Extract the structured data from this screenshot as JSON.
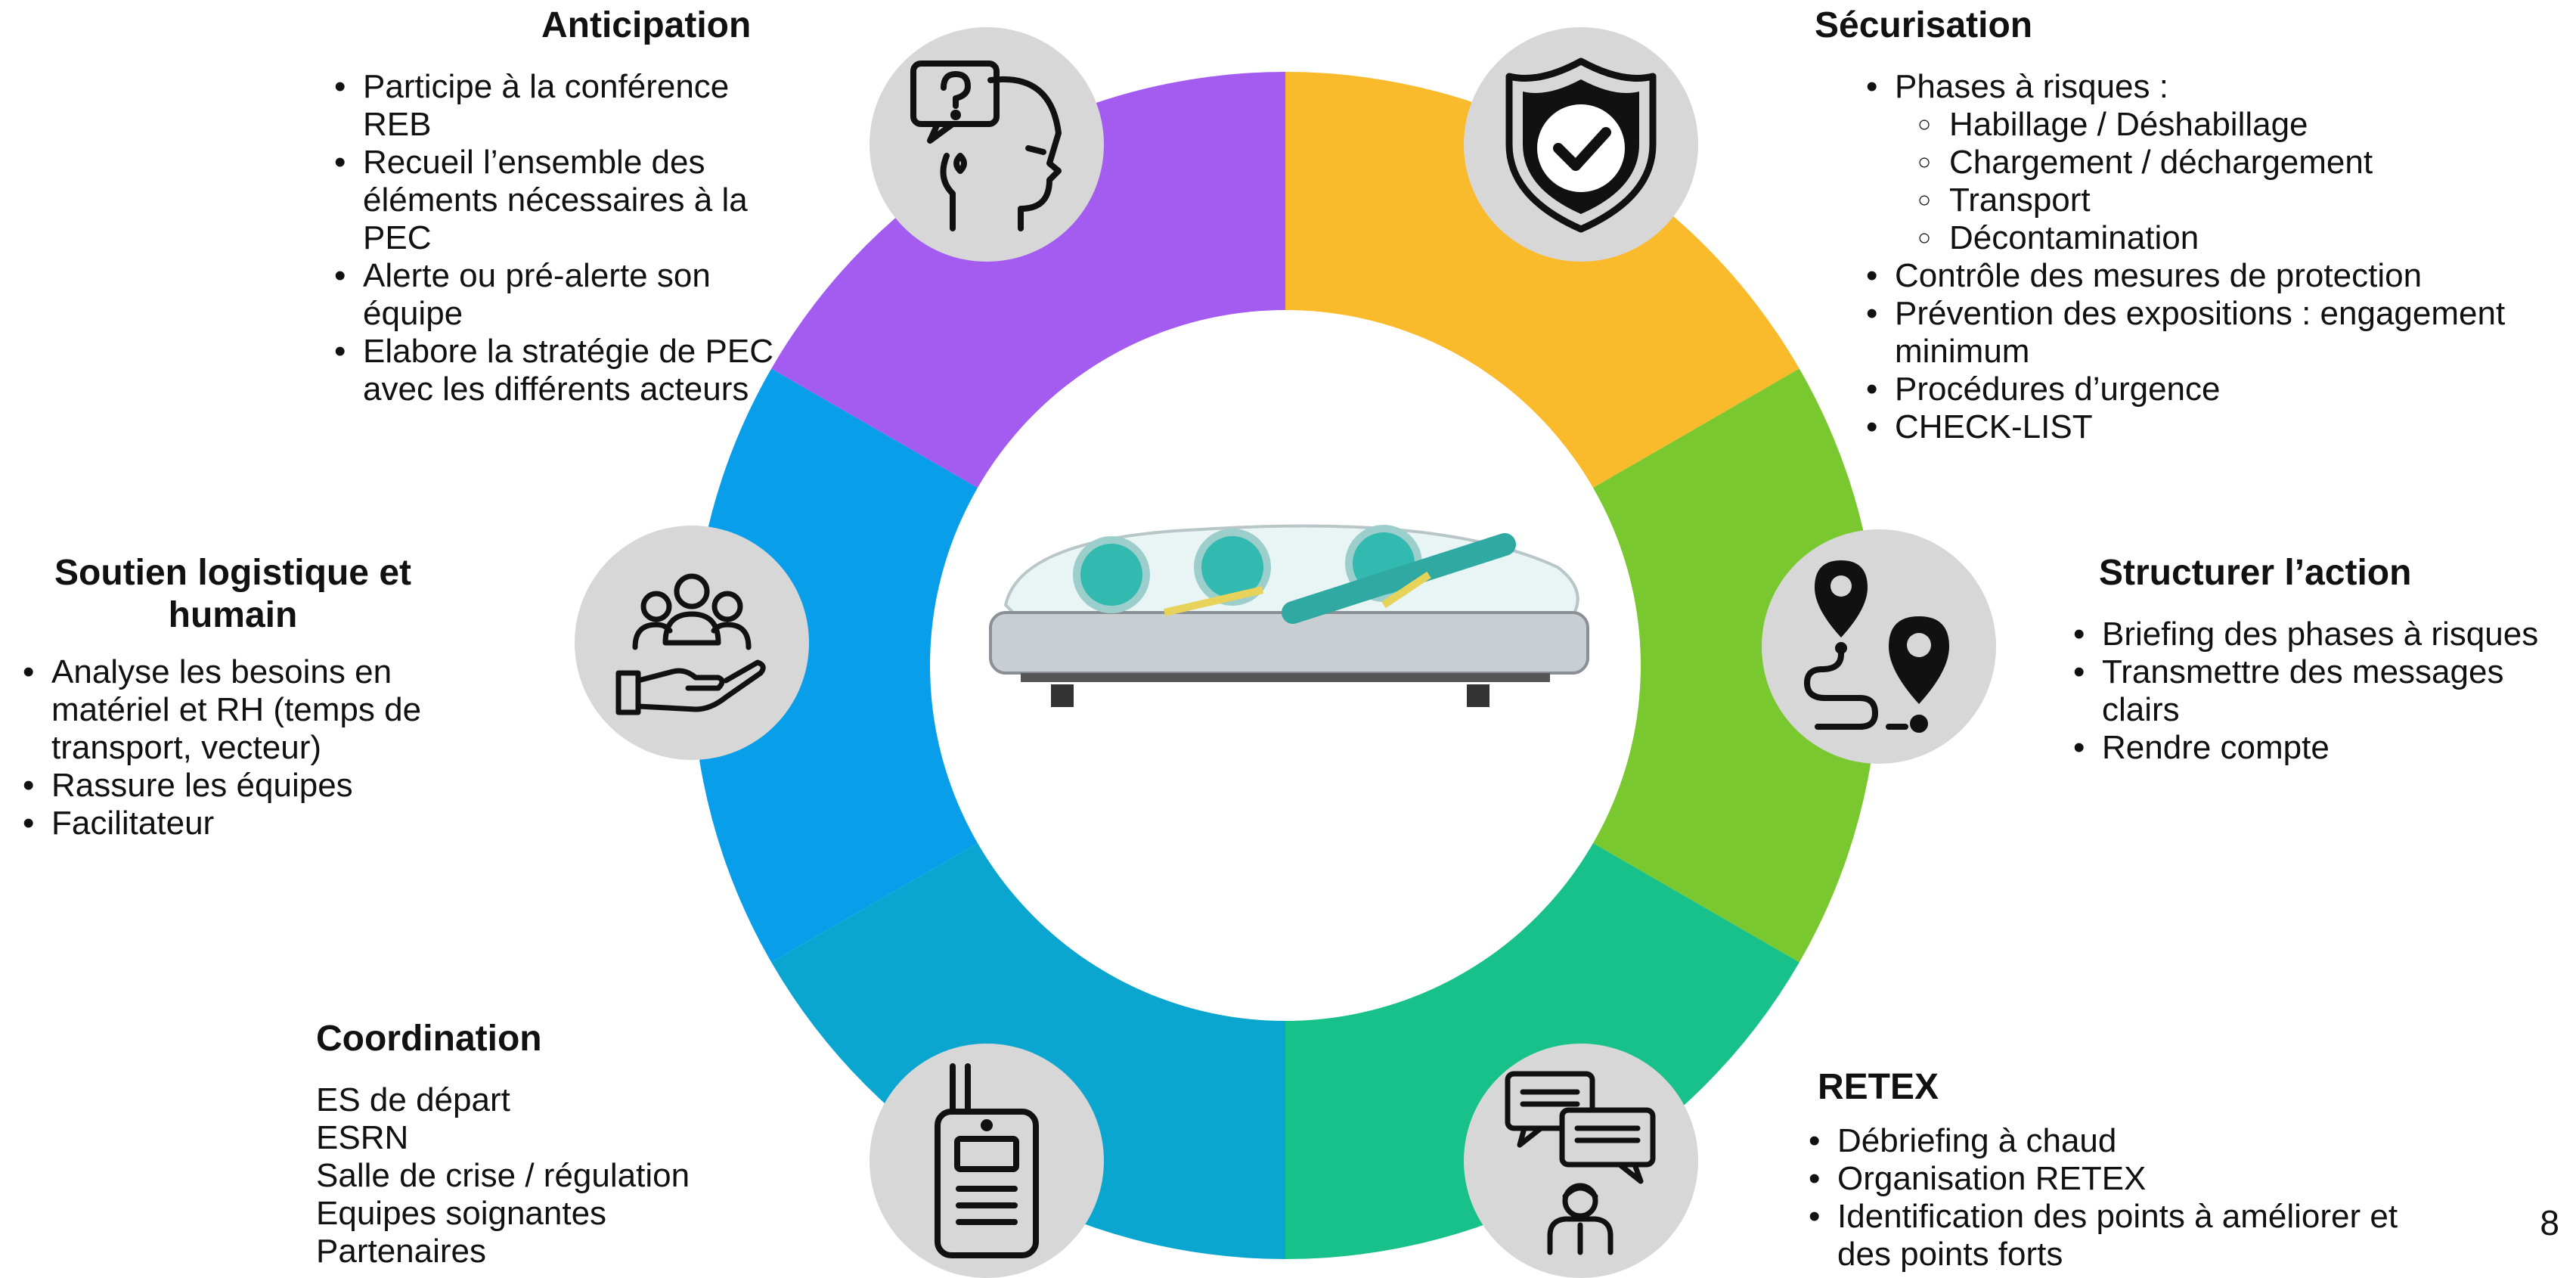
{
  "segments": [
    {
      "name": "Sécurisation",
      "color": "#f9bb2b"
    },
    {
      "name": "Structurer l’action",
      "color": "#79c830"
    },
    {
      "name": "RETEX",
      "color": "#18c08a"
    },
    {
      "name": "Coordination",
      "color": "#0aa6cf"
    },
    {
      "name": "Soutien logistique et humain",
      "color": "#089ee9"
    },
    {
      "name": "Anticipation",
      "color": "#a45cf0"
    }
  ],
  "anticipation": {
    "title": "Anticipation",
    "items": [
      "Participe à la conférence REB",
      "Recueil l’ensemble des éléments nécessaires à la PEC",
      "Alerte ou pré-alerte son équipe",
      "Elabore la stratégie de PEC avec les différents acteurs"
    ]
  },
  "securisation": {
    "title": "Sécurisation",
    "lead": "Phases à risques :",
    "sub_items": [
      "Habillage / Déshabillage",
      "Chargement / déchargement",
      "Transport",
      "Décontamination"
    ],
    "items": [
      "Contrôle des mesures de protection",
      "Prévention des expositions : engagement minimum",
      "Procédures d’urgence",
      "CHECK-LIST"
    ]
  },
  "soutien": {
    "title_line1": "Soutien logistique et",
    "title_line2": "humain",
    "items": [
      "Analyse les besoins en matériel et RH (temps de transport, vecteur)",
      "Rassure les équipes",
      "Facilitateur"
    ]
  },
  "structurer": {
    "title": "Structurer l’action",
    "items": [
      "Briefing des phases à risques",
      "Transmettre des messages clairs",
      "Rendre compte"
    ]
  },
  "coordination": {
    "title": "Coordination",
    "lines": [
      "ES de départ",
      "ESRN",
      "Salle de crise / régulation",
      "Equipes soignantes",
      "Partenaires"
    ]
  },
  "retex": {
    "title": "RETEX",
    "items": [
      "Débriefing à chaud",
      "Organisation RETEX",
      "Identification des points à améliorer et des points forts"
    ]
  },
  "icons": [
    "head-question-icon",
    "shield-check-icon",
    "helping-hand-group-icon",
    "route-pins-icon",
    "walkie-talkie-icon",
    "chat-person-icon",
    "isolation-stretcher-image"
  ],
  "page_number": "8"
}
